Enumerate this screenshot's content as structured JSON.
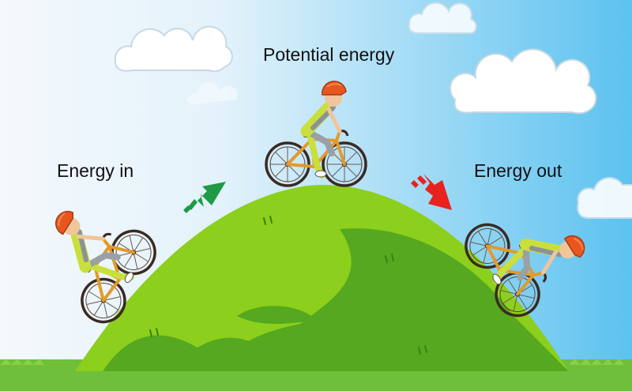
{
  "labels": {
    "energy_in": "Energy in",
    "potential_energy": "Potential energy",
    "energy_out": "Energy out"
  },
  "colors": {
    "sky_left": "#f4f9fc",
    "sky_right": "#5cc2ef",
    "hill_light": "#8ccf1c",
    "hill_dark": "#55a81f",
    "ground": "#6fbf3a",
    "arrow_up": "#1f9a45",
    "arrow_down": "#e8231f",
    "helmet": "#e8561f",
    "jersey": "#c9df3c",
    "bike_frame": "#e39a2a",
    "cloud": "#ffffff"
  },
  "icons": {
    "arrow_up": "arrow-up-right-icon",
    "arrow_down": "arrow-down-right-icon",
    "cyclist": "cyclist-icon",
    "cloud": "cloud-icon"
  }
}
